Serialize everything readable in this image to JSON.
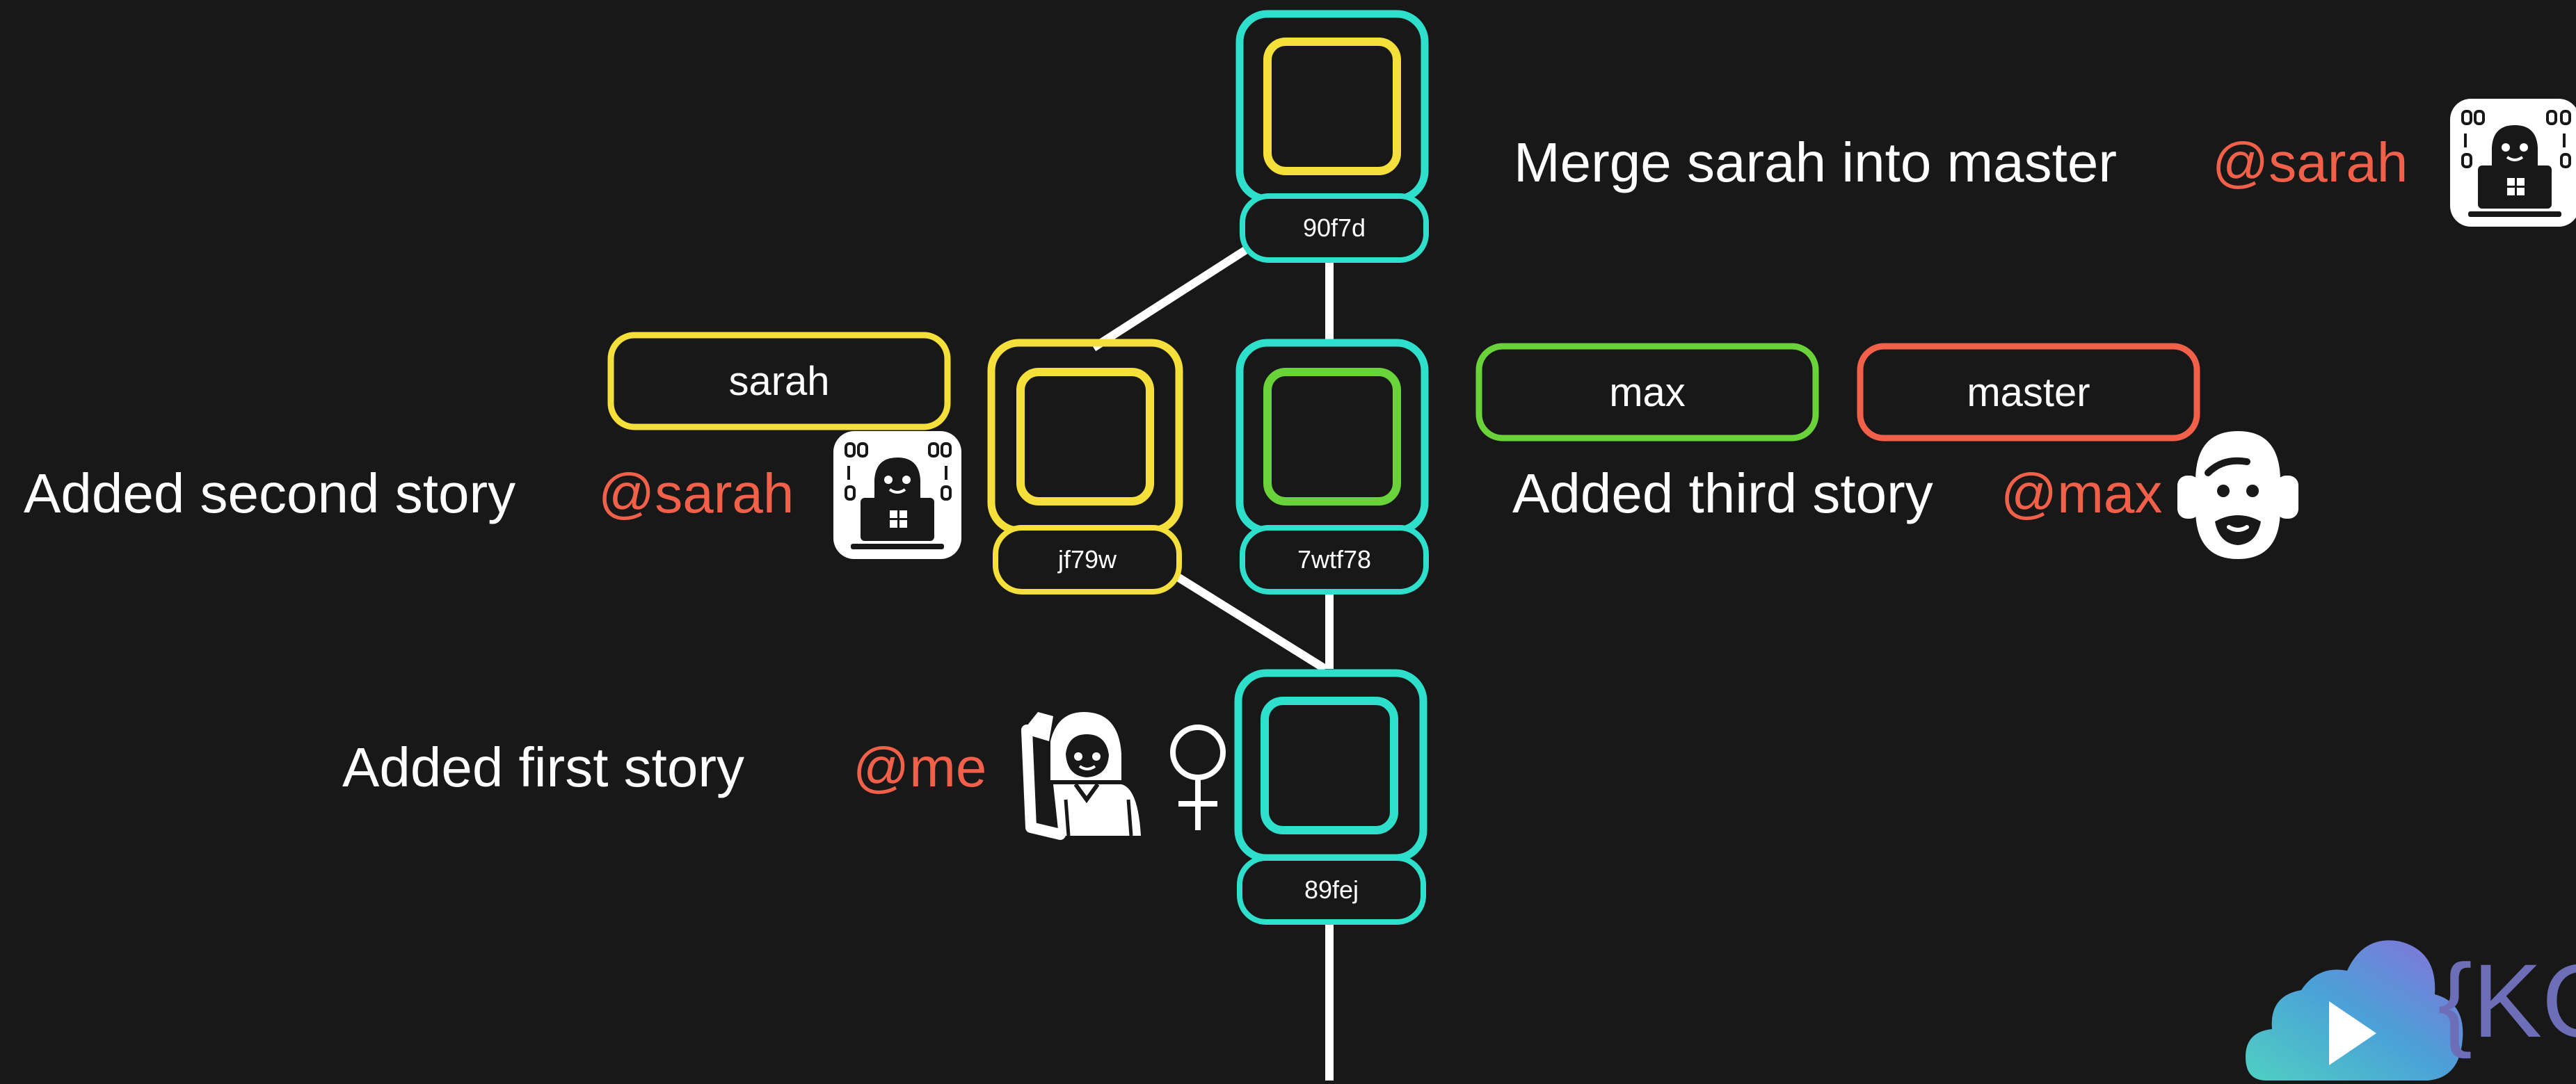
{
  "colors": {
    "background": "#181818",
    "teal": "#2ee0cc",
    "yellow": "#f5e03b",
    "green": "#6ad33a",
    "red": "#f2604a",
    "line": "#ffffff",
    "author": "#f2604a"
  },
  "commits": [
    {
      "hash": "90f7d",
      "message": "Merge sarah into master",
      "author": "@sarah",
      "author_icon": "laptop-coder-icon"
    },
    {
      "hash": "jf79w",
      "message": "Added second story",
      "author": "@sarah",
      "author_icon": "laptop-coder-icon"
    },
    {
      "hash": "7wtf78",
      "message": "Added third story",
      "author": "@max",
      "author_icon": "bearded-man-face-icon"
    },
    {
      "hash": "89fej",
      "message": "Added first story",
      "author": "@me",
      "author_icon": "woman-raising-hand-icon",
      "extra_icon": "female-sign-icon"
    }
  ],
  "branches": [
    {
      "label": "sarah"
    },
    {
      "label": "max"
    },
    {
      "label": "master"
    }
  ],
  "logo": {
    "icon": "cloud-play-icon",
    "text": "{KO"
  }
}
